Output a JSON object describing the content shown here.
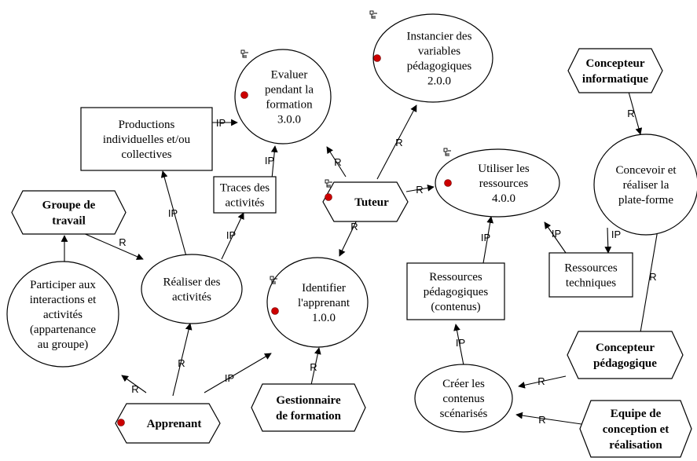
{
  "nodes": {
    "evaluer": [
      "Evaluer",
      "pendant la",
      "formation",
      "3.0.0"
    ],
    "instancier": [
      "Instancier des",
      "variables",
      "pédagogiques",
      "2.0.0"
    ],
    "utiliser": [
      "Utiliser les",
      "ressources",
      "4.0.0"
    ],
    "concevoir": [
      "Concevoir et",
      "réaliser la",
      "plate-forme"
    ],
    "identifier": [
      "Identifier",
      "l'apprenant",
      "1.0.0"
    ],
    "realiser": [
      "Réaliser des",
      "activités"
    ],
    "participer": [
      "Participer aux",
      "interactions et",
      "activités",
      "(appartenance",
      "au groupe)"
    ],
    "creer": [
      "Créer les",
      "contenus",
      "scénarisés"
    ],
    "productions": [
      "Productions",
      "individuelles et/ou",
      "collectives"
    ],
    "traces": [
      "Traces des",
      "activités"
    ],
    "ressources_peda": [
      "Ressources",
      "pédagogiques",
      "(contenus)"
    ],
    "ressources_tech": [
      "Ressources",
      "techniques"
    ],
    "concepteur_info": [
      "Concepteur",
      "informatique"
    ],
    "groupe": [
      "Groupe de",
      "travail"
    ],
    "tuteur": [
      "Tuteur"
    ],
    "apprenant": [
      "Apprenant"
    ],
    "gestionnaire": [
      "Gestionnaire",
      "de formation"
    ],
    "concepteur_peda": [
      "Concepteur",
      "pédagogique"
    ],
    "equipe": [
      "Equipe de",
      "conception et",
      "réalisation"
    ]
  },
  "edge_labels": {
    "r": "R",
    "ip": "IP"
  },
  "colors": {
    "marker": "#cc0000",
    "stroke": "#000000",
    "fill": "#ffffff"
  }
}
